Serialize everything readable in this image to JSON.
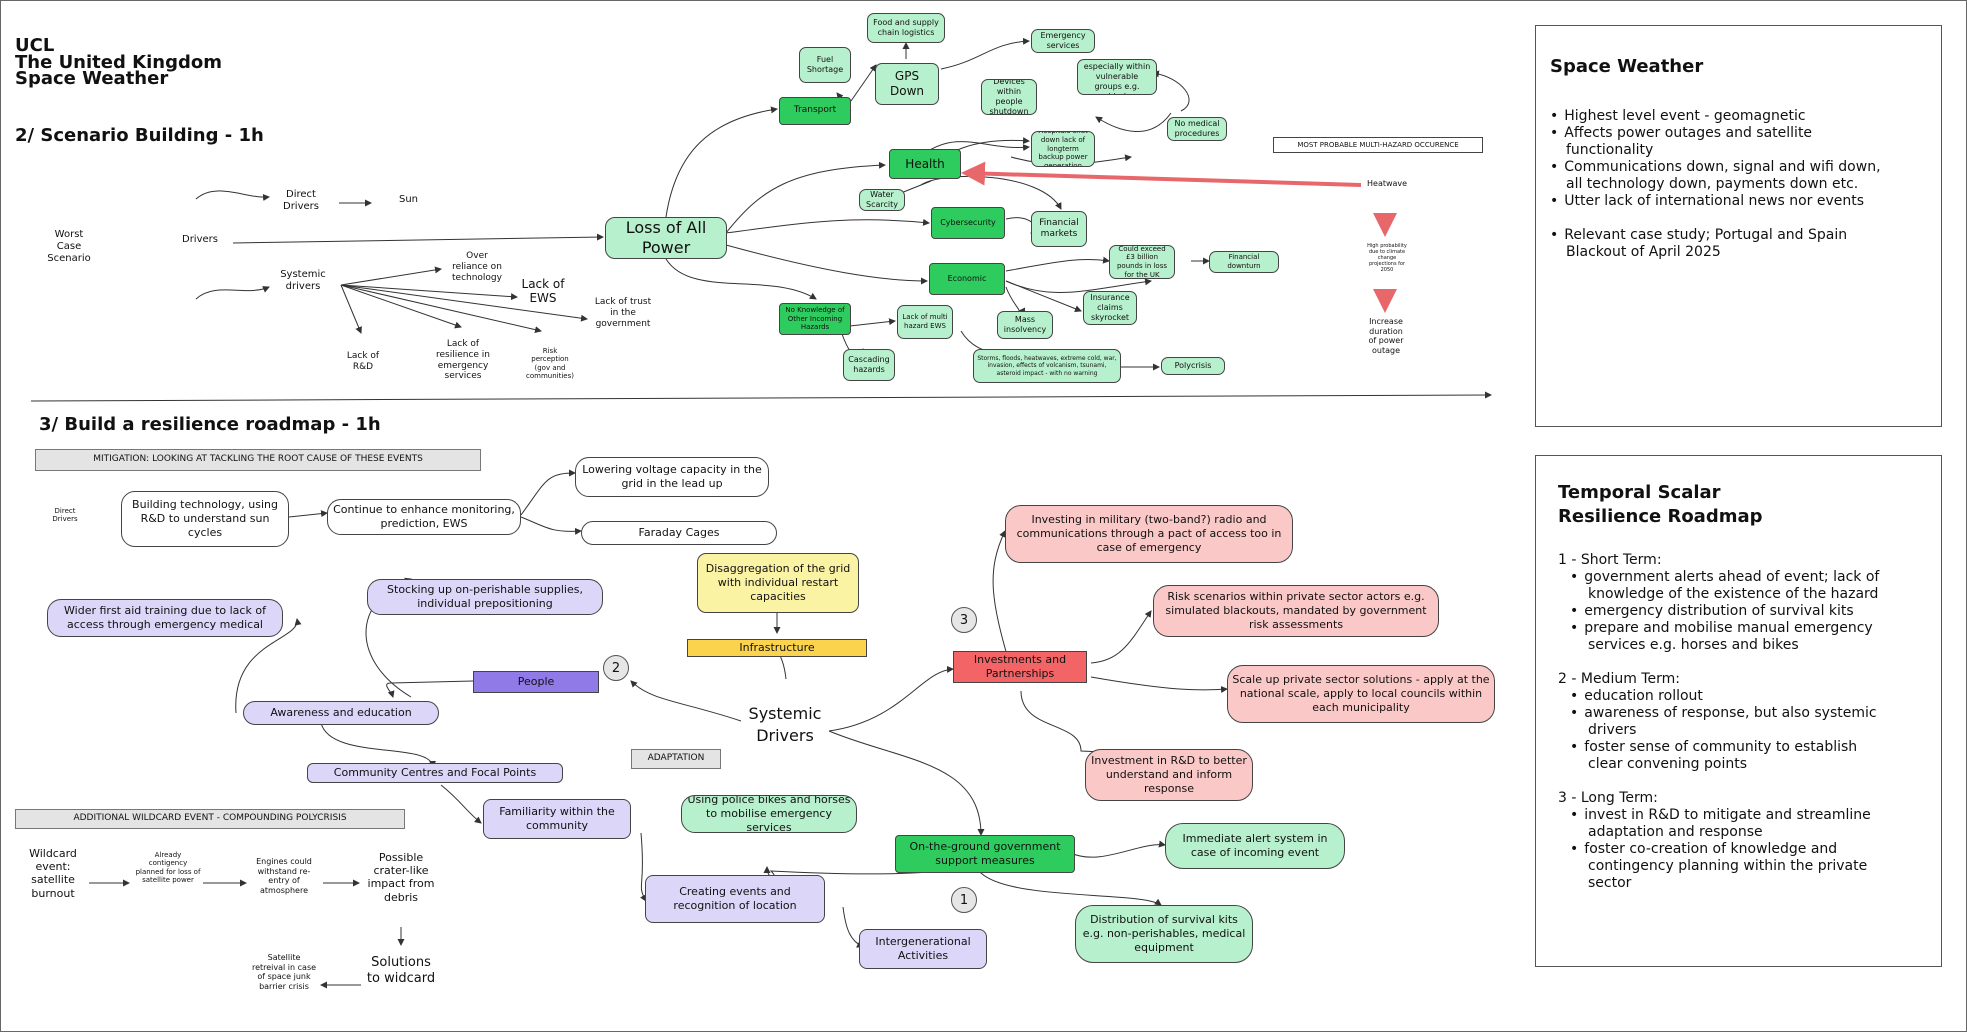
{
  "header": {
    "org": "UCL",
    "country": "The United Kingdom",
    "topic": "Space Weather",
    "section2": "2/ Scenario Building - 1h",
    "section3": "3/ Build a resilience roadmap - 1h"
  },
  "scenario": {
    "worst_case": "Worst Case Scenario",
    "drivers": "Drivers",
    "direct_drivers": "Direct Drivers",
    "sun": "Sun",
    "systemic_drivers": "Systemic drivers",
    "over_reliance": "Over reliance on technology",
    "lack_ews": "Lack of EWS",
    "lack_trust": "Lack of trust in the government",
    "lack_rd": "Lack of R&D",
    "lack_resilience": "Lack of resilience in emergency services",
    "risk_perception": "Risk perception (gov and communities)",
    "loss_of_power": "Loss of All Power",
    "transport": "Transport",
    "fuel": "Fuel Shortage",
    "food": "Food and supply chain logistics",
    "gps": "GPS Down",
    "emergency_services": "Emergency services",
    "fatalities": "Fatalities, especially within vulnerable groups e.g. elderly",
    "devices": "Devices within people shutdown",
    "no_medical": "No medical procedures",
    "hospitals": "Hospitals shut down lack of longterm backup power generation",
    "health": "Health",
    "water": "Water Scarcity",
    "most_probable": "MOST PROBABLE MULTI-HAZARD OCCURENCE",
    "heatwave": "Heatwave",
    "high_probability": "High probability due to climate change projections for 2050",
    "increase_duration": "Increase duration of power outage",
    "cybersecurity": "Cybersecurity",
    "financial_markets": "Financial markets",
    "economic": "Economic",
    "exceed": "Could exceed £3 billion pounds in loss for the UK",
    "financial_downturn": "Financial downturn",
    "insurance": "Insurance claims skyrocket",
    "mass_insolvency": "Mass insolvency",
    "no_knowledge": "No Knowledge of Other Incoming Hazards",
    "lack_multi": "Lack of multi hazard EWS",
    "cascading": "Cascading hazards",
    "storms": "Storms, floods, heatwaves, extreme cold, war, invasion, effects of volcanism, tsunami, asteroid impact - with no warning",
    "polycrisis": "Polycrisis"
  },
  "roadmap": {
    "mitigation_label": "MITIGATION: LOOKING AT TACKLING THE ROOT CAUSE OF THESE EVENTS",
    "direct_drivers": "Direct Drivers",
    "building_tech": "Building technology, using R&D to understand sun cycles",
    "continue_monitoring": "Continue to enhance monitoring, prediction, EWS",
    "lowering_voltage": "Lowering voltage capacity in the grid in the lead up",
    "faraday": "Faraday Cages",
    "disaggregation": "Disaggregation of the grid with individual restart capacities",
    "infrastructure": "Infrastructure",
    "stocking": "Stocking up on-perishable supplies, individual prepositioning",
    "first_aid": "Wider first aid training due to lack of access through emergency medical",
    "people": "People",
    "awareness": "Awareness and education",
    "community_centres": "Community Centres and Focal Points",
    "familiarity": "Familiarity within the community",
    "creating_events": "Creating events and recognition of location",
    "intergenerational": "Intergenerational Activities",
    "systemic_drivers": "Systemic Drivers",
    "adaptation": "ADAPTATION",
    "investing_military": "Investing in military (two-band?) radio and communications through a pact of access too in case of emergency",
    "risk_scenarios": "Risk scenarios within private sector actors e.g. simulated blackouts, mandated by government risk assessments",
    "investments": "Investments and Partnerships",
    "scale_up": "Scale up private sector solutions - apply at the national scale, apply to local councils within each municipality",
    "investment_rd": "Investment in R&D to better understand and inform response",
    "police_bikes": "Using police bikes and horses to mobilise emergency services",
    "on_ground": "On-the-ground government support measures",
    "immediate_alert": "Immediate alert system in case of incoming event",
    "distribution": "Distribution of survival kits e.g. non-perishables, medical equipment",
    "num1": "1",
    "num2": "2",
    "num3": "3"
  },
  "wildcard": {
    "label": "ADDITIONAL WILDCARD EVENT - COMPOUNDING POLYCRISIS",
    "event": "Wildcard event: satellite burnout",
    "already": "Already contigency planned for loss of satellite power",
    "engines": "Engines could withstand re-entry of atmosphere",
    "crater": "Possible crater-like impact from debris",
    "solutions": "Solutions to widcard",
    "retrieval": "Satellite retreival in case of space junk barrier crisis"
  },
  "space_weather_panel": {
    "title": "Space Weather",
    "bullets": [
      [
        "Highest level event - geomagnetic"
      ],
      [
        "Affects power outages and satellite",
        "functionality"
      ],
      [
        "Communications down, signal and wifi down,",
        "all technology down, payments down etc."
      ],
      [
        "Utter lack of international news nor events"
      ],
      [
        "Relevant case study; Portugal and Spain",
        "Blackout of April 2025"
      ]
    ]
  },
  "temporal_panel": {
    "title_line1": "Temporal Scalar",
    "title_line2": "Resilience Roadmap",
    "short_heading": "1 - Short Term:",
    "short": [
      [
        "government alerts ahead of event; lack of",
        "knowledge of the existence of the hazard"
      ],
      [
        "emergency distribution of survival kits"
      ],
      [
        "prepare and mobilise manual emergency",
        "services e.g. horses and bikes"
      ]
    ],
    "medium_heading": "2 - Medium Term:",
    "medium": [
      [
        "education rollout"
      ],
      [
        "awareness of response, but also systemic",
        "drivers"
      ],
      [
        "foster sense of community to establish",
        "clear convening points"
      ]
    ],
    "long_heading": "3 - Long Term:",
    "long": [
      [
        "invest in R&D to mitigate and streamline",
        "adaptation and response"
      ],
      [
        "foster co-creation of knowledge and",
        "contingency planning within the private",
        "sector"
      ]
    ]
  },
  "colors": {
    "green_light": "#b7f0cc",
    "green_dark": "#2ecc5e",
    "pink": "#fbc8c8",
    "red": "#f26466",
    "lavender": "#dcd6f9",
    "purple": "#8f7ae8",
    "yellow_light": "#fbf3a4",
    "yellow": "#fcd34d",
    "arrow_red": "#e8676b"
  }
}
